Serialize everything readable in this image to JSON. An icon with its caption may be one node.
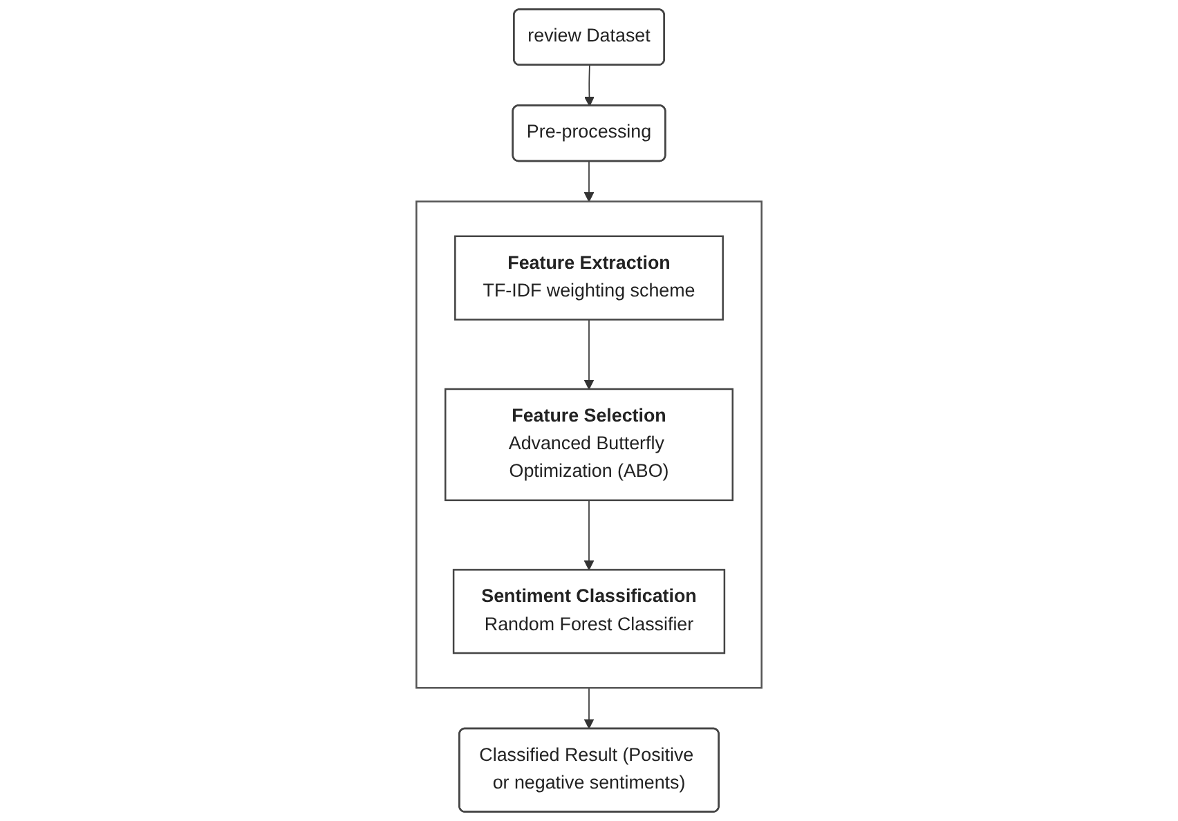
{
  "diagram": {
    "nodes": [
      {
        "text": [
          "review Dataset"
        ]
      },
      {
        "text": [
          "Pre-processing"
        ]
      },
      {
        "text": [],
        "shape": "box"
      },
      {
        "text": [
          "Feature Extraction",
          "TF-IDF weighting scheme"
        ],
        "in": 2
      },
      {
        "text": [
          "Feature Selection",
          "Advanced Butterfly Optimization (ABO)"
        ],
        "in": 2
      },
      {
        "text": [
          "Sentiment Classification",
          "Random Forest Classifier"
        ],
        "in": 2
      },
      {
        "text": [
          "Classified Result (Positive or negative sentiments)"
        ]
      }
    ],
    "edges": [
      {
        "from": 0,
        "to": 1,
        "arrow": "to"
      },
      {
        "from": 1,
        "to": 2,
        "arrow": "to"
      },
      {
        "from": 3,
        "to": 4,
        "arrow": "to"
      },
      {
        "from": 4,
        "to": 5,
        "arrow": "to"
      },
      {
        "from": 2,
        "to": 6,
        "arrow": "to"
      }
    ]
  }
}
